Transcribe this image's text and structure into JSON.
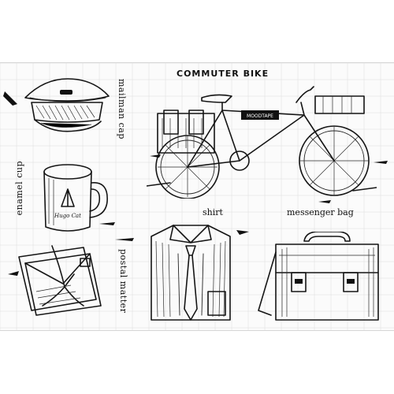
{
  "labels": {
    "mailman_cap": "mailman cap",
    "commuter_bike": "COMMUTER BIKE",
    "enamel_cup": "enamel cup",
    "shirt": "shirt",
    "messenger_bag": "messenger bag",
    "postal_matter": "postal matter",
    "bike_tag": "MOODTAPE",
    "cup_text": "Hugo Cat"
  },
  "colors": {
    "ink": "#151515",
    "sheet": "#fbfbfb",
    "grid": "#dcdcdc"
  }
}
